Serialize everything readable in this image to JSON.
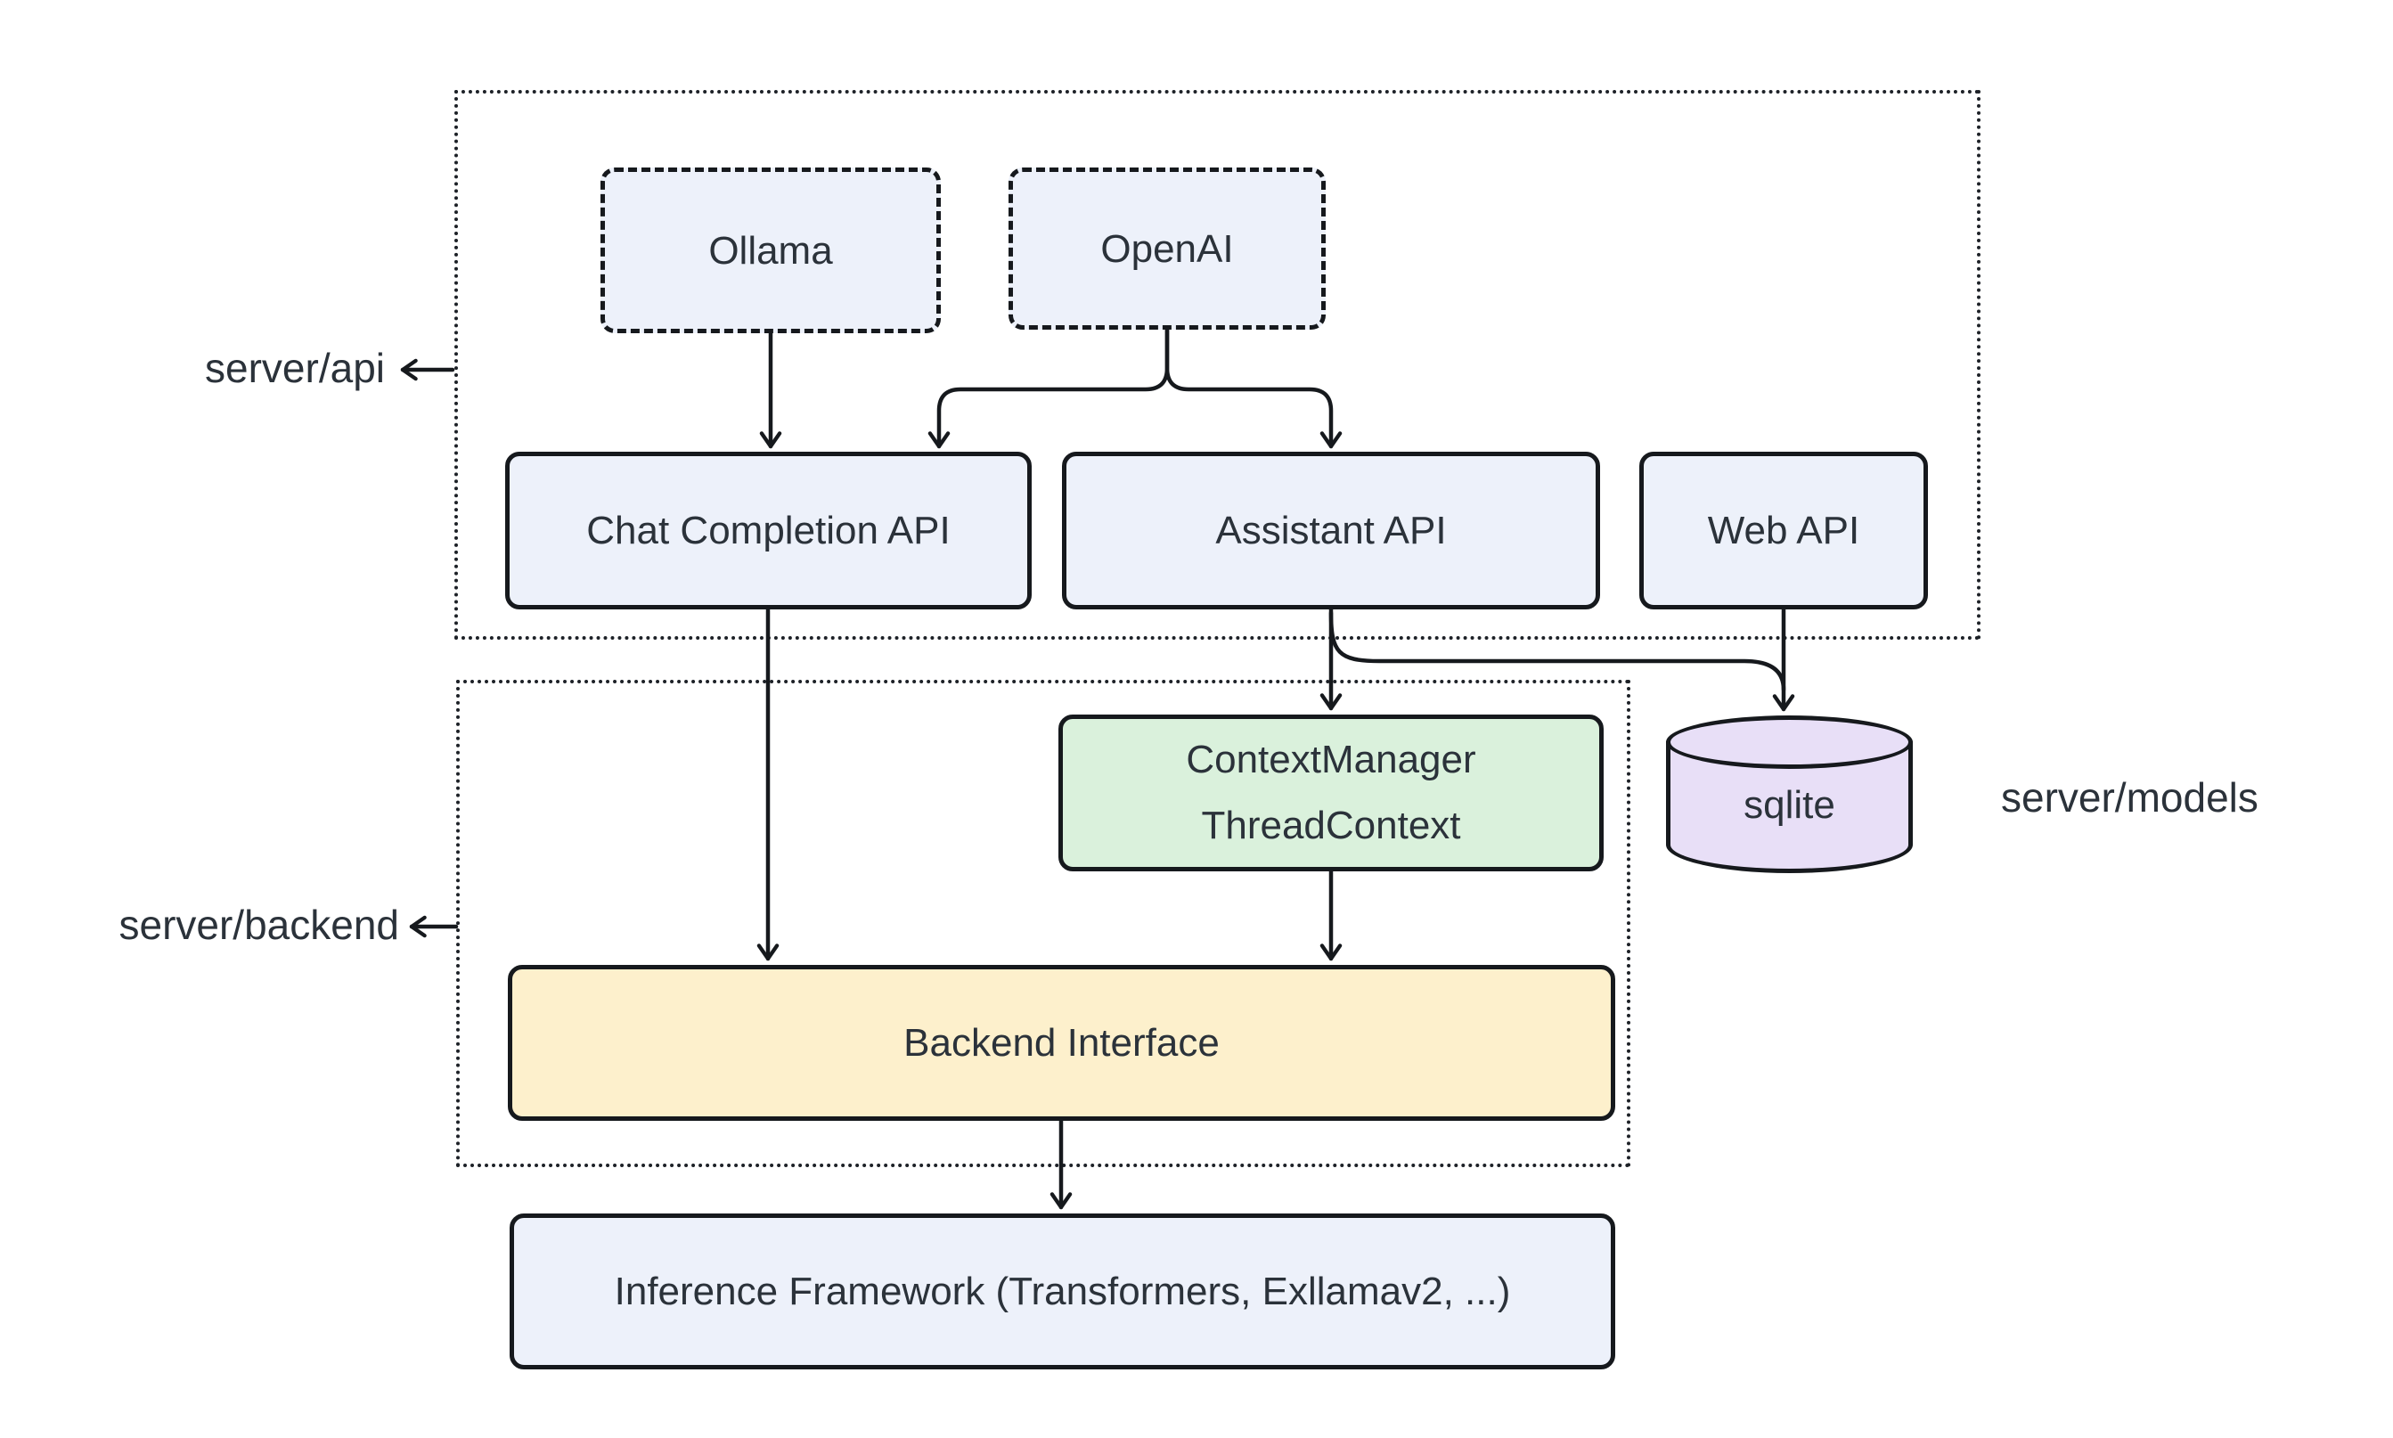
{
  "diagram": {
    "groups": {
      "server_api": {
        "label": "server/api"
      },
      "server_backend": {
        "label": "server/backend"
      },
      "server_models": {
        "label": "server/models"
      }
    },
    "nodes": {
      "ollama": {
        "label": "Ollama",
        "border_style": "dashed",
        "fill": "#edf1fa"
      },
      "openai": {
        "label": "OpenAI",
        "border_style": "dashed",
        "fill": "#edf1fa"
      },
      "chat_completion_api": {
        "label": "Chat Completion API",
        "fill": "#edf1fa"
      },
      "assistant_api": {
        "label": "Assistant API",
        "fill": "#edf1fa"
      },
      "web_api": {
        "label": "Web API",
        "fill": "#edf1fa"
      },
      "context_manager": {
        "label_line1": "ContextManager",
        "label_line2": "ThreadContext",
        "fill": "#daf1dc"
      },
      "sqlite": {
        "label": "sqlite",
        "shape": "cylinder",
        "fill": "#e8dff7"
      },
      "backend_interface": {
        "label": "Backend Interface",
        "fill": "#fdf0cc"
      },
      "inference_framework": {
        "label": "Inference Framework (Transformers, Exllamav2, ...)",
        "fill": "#edf1fa"
      }
    },
    "edges": [
      {
        "from": "ollama",
        "to": "chat_completion_api"
      },
      {
        "from": "openai",
        "to": "chat_completion_api"
      },
      {
        "from": "openai",
        "to": "assistant_api"
      },
      {
        "from": "chat_completion_api",
        "to": "backend_interface"
      },
      {
        "from": "assistant_api",
        "to": "context_manager"
      },
      {
        "from": "assistant_api",
        "to": "sqlite"
      },
      {
        "from": "web_api",
        "to": "sqlite"
      },
      {
        "from": "context_manager",
        "to": "backend_interface"
      },
      {
        "from": "backend_interface",
        "to": "inference_framework"
      }
    ],
    "colors": {
      "background": "#ffffff",
      "line": "#16191d",
      "text": "#2b323a",
      "node_blue": "#edf1fa",
      "node_green": "#daf1dc",
      "node_yellow": "#fdf0cc",
      "node_purple": "#e8dff7"
    }
  }
}
